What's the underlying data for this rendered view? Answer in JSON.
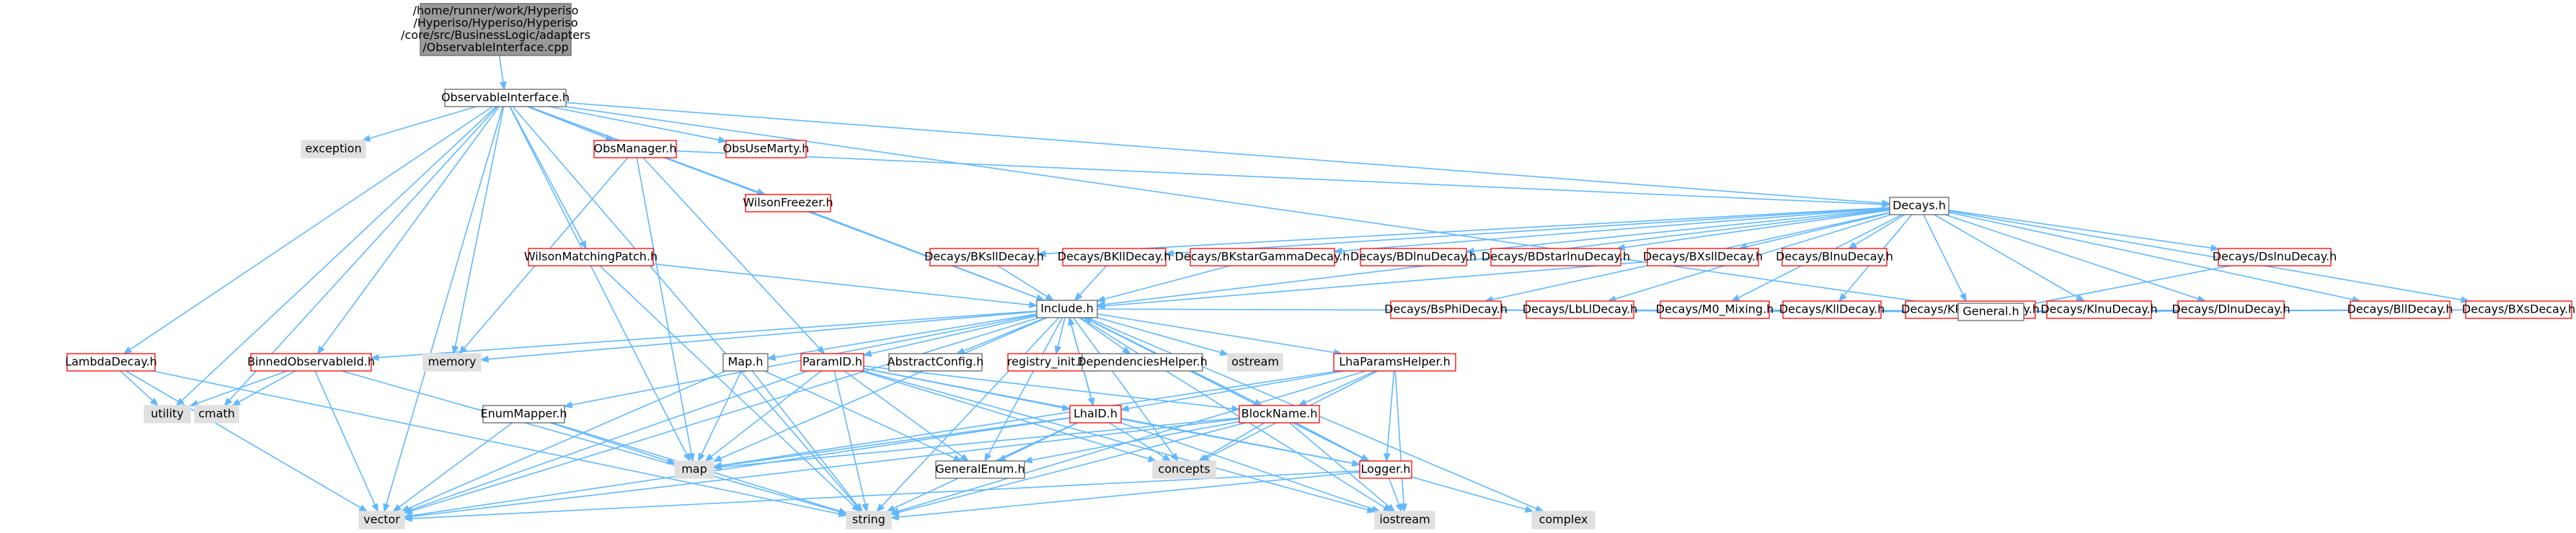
{
  "colors": {
    "edge": "#63b8ff",
    "red_border": "#ff0000",
    "black_border": "#666666",
    "gray_fill": "#e0e0e0",
    "root_fill": "#999999",
    "white_fill": "#ffffff"
  },
  "nodes": {
    "root": {
      "lines": [
        "/home/runner/work/Hyperiso",
        "/Hyperiso/Hyperiso/Hyperiso",
        "/core/src/BusinessLogic/adapters",
        "/ObservableInterface.cpp"
      ],
      "style": "root"
    },
    "observable": {
      "lines": [
        "ObservableInterface.h"
      ],
      "style": "normal"
    },
    "exception": {
      "lines": [
        "exception"
      ],
      "style": "gray"
    },
    "obsmanager": {
      "lines": [
        "ObsManager.h"
      ],
      "style": "red"
    },
    "obsusemarty": {
      "lines": [
        "ObsUseMarty.h"
      ],
      "style": "red"
    },
    "decays": {
      "lines": [
        "Decays.h"
      ],
      "style": "normal"
    },
    "wilsonfreezer": {
      "lines": [
        "WilsonFreezer.h"
      ],
      "style": "red"
    },
    "wilsonmatching": {
      "lines": [
        "WilsonMatchingPatch.h"
      ],
      "style": "red"
    },
    "bksll": {
      "lines": [
        "Decays/BKsllDecay.h"
      ],
      "style": "red"
    },
    "bkll": {
      "lines": [
        "Decays/BKllDecay.h"
      ],
      "style": "red"
    },
    "bkstargamma": {
      "lines": [
        "Decays/BKstarGammaDecay.h"
      ],
      "style": "red"
    },
    "bdlnu": {
      "lines": [
        "Decays/BDlnuDecay.h"
      ],
      "style": "red"
    },
    "bdstarlnu": {
      "lines": [
        "Decays/BDstarlnuDecay.h"
      ],
      "style": "red"
    },
    "bxsll": {
      "lines": [
        "Decays/BXsllDecay.h"
      ],
      "style": "red"
    },
    "blnu": {
      "lines": [
        "Decays/BlnuDecay.h"
      ],
      "style": "red"
    },
    "dslnu": {
      "lines": [
        "Decays/DslnuDecay.h"
      ],
      "style": "red"
    },
    "include": {
      "lines": [
        "Include.h"
      ],
      "style": "normal"
    },
    "bsphi": {
      "lines": [
        "Decays/BsPhiDecay.h"
      ],
      "style": "red"
    },
    "lbll": {
      "lines": [
        "Decays/LbLlDecay.h"
      ],
      "style": "red"
    },
    "m0mixing": {
      "lines": [
        "Decays/M0_Mixing.h"
      ],
      "style": "red"
    },
    "klldecay": {
      "lines": [
        "Decays/KllDecay.h"
      ],
      "style": "red"
    },
    "kpinunu": {
      "lines": [
        "Decays/KPinunuDecay.h"
      ],
      "style": "red"
    },
    "klnu": {
      "lines": [
        "Decays/KlnuDecay.h"
      ],
      "style": "red"
    },
    "dlnu": {
      "lines": [
        "Decays/DlnuDecay.h"
      ],
      "style": "red"
    },
    "bll": {
      "lines": [
        "Decays/BllDecay.h"
      ],
      "style": "red"
    },
    "bxs": {
      "lines": [
        "Decays/BXsDecay.h"
      ],
      "style": "red"
    },
    "general": {
      "lines": [
        "General.h"
      ],
      "style": "normal"
    },
    "lambdadecay": {
      "lines": [
        "LambdaDecay.h"
      ],
      "style": "red"
    },
    "binnedobs": {
      "lines": [
        "BinnedObservableId.h"
      ],
      "style": "red"
    },
    "memory": {
      "lines": [
        "memory"
      ],
      "style": "gray"
    },
    "maph": {
      "lines": [
        "Map.h"
      ],
      "style": "normal"
    },
    "paramid": {
      "lines": [
        "ParamID.h"
      ],
      "style": "red"
    },
    "abstractconfig": {
      "lines": [
        "AbstractConfig.h"
      ],
      "style": "normal"
    },
    "registryinit": {
      "lines": [
        "registry_init.hpp"
      ],
      "style": "red"
    },
    "dependencies": {
      "lines": [
        "DependenciesHelper.h"
      ],
      "style": "normal"
    },
    "ostream": {
      "lines": [
        "ostream"
      ],
      "style": "gray"
    },
    "lhaparams": {
      "lines": [
        "LhaParamsHelper.h"
      ],
      "style": "red"
    },
    "utility": {
      "lines": [
        "utility"
      ],
      "style": "gray"
    },
    "cmath": {
      "lines": [
        "cmath"
      ],
      "style": "gray"
    },
    "enummapper": {
      "lines": [
        "EnumMapper.h"
      ],
      "style": "normal"
    },
    "lhaid": {
      "lines": [
        "LhaID.h"
      ],
      "style": "red"
    },
    "blockname": {
      "lines": [
        "BlockName.h"
      ],
      "style": "red"
    },
    "map": {
      "lines": [
        "map"
      ],
      "style": "gray"
    },
    "generalenum": {
      "lines": [
        "GeneralEnum.h"
      ],
      "style": "normal"
    },
    "concepts": {
      "lines": [
        "concepts"
      ],
      "style": "gray"
    },
    "logger": {
      "lines": [
        "Logger.h"
      ],
      "style": "red"
    },
    "vector": {
      "lines": [
        "vector"
      ],
      "style": "gray"
    },
    "string": {
      "lines": [
        "string"
      ],
      "style": "gray"
    },
    "iostream": {
      "lines": [
        "iostream"
      ],
      "style": "gray"
    },
    "complex": {
      "lines": [
        "complex"
      ],
      "style": "gray"
    }
  },
  "edges": [
    [
      "root",
      "observable"
    ],
    [
      "observable",
      "exception"
    ],
    [
      "observable",
      "obsmanager"
    ],
    [
      "observable",
      "obsusemarty"
    ],
    [
      "observable",
      "decays"
    ],
    [
      "observable",
      "wilsonfreezer"
    ],
    [
      "observable",
      "wilsonmatching"
    ],
    [
      "observable",
      "include"
    ],
    [
      "observable",
      "general"
    ],
    [
      "observable",
      "lambdadecay"
    ],
    [
      "observable",
      "binnedobs"
    ],
    [
      "observable",
      "memory"
    ],
    [
      "observable",
      "map"
    ],
    [
      "observable",
      "vector"
    ],
    [
      "observable",
      "string"
    ],
    [
      "observable",
      "utility"
    ],
    [
      "observable",
      "cmath"
    ],
    [
      "obsmanager",
      "decays"
    ],
    [
      "obsmanager",
      "paramid"
    ],
    [
      "obsmanager",
      "memory"
    ],
    [
      "obsmanager",
      "map"
    ],
    [
      "wilsonfreezer",
      "include"
    ],
    [
      "wilsonmatching",
      "include"
    ],
    [
      "wilsonmatching",
      "string"
    ],
    [
      "decays",
      "bksll"
    ],
    [
      "decays",
      "bkll"
    ],
    [
      "decays",
      "bkstargamma"
    ],
    [
      "decays",
      "bdlnu"
    ],
    [
      "decays",
      "bdstarlnu"
    ],
    [
      "decays",
      "bxsll"
    ],
    [
      "decays",
      "blnu"
    ],
    [
      "decays",
      "dslnu"
    ],
    [
      "decays",
      "bsphi"
    ],
    [
      "decays",
      "lbll"
    ],
    [
      "decays",
      "m0mixing"
    ],
    [
      "decays",
      "klldecay"
    ],
    [
      "decays",
      "kpinunu"
    ],
    [
      "decays",
      "klnu"
    ],
    [
      "decays",
      "dlnu"
    ],
    [
      "decays",
      "bll"
    ],
    [
      "decays",
      "bxs"
    ],
    [
      "decays",
      "include"
    ],
    [
      "bksll",
      "include"
    ],
    [
      "bkll",
      "include"
    ],
    [
      "bkstargamma",
      "include"
    ],
    [
      "bxsll",
      "include"
    ],
    [
      "bsphi",
      "general"
    ],
    [
      "lbll",
      "general"
    ],
    [
      "m0mixing",
      "general"
    ],
    [
      "klldecay",
      "general"
    ],
    [
      "kpinunu",
      "general"
    ],
    [
      "klnu",
      "general"
    ],
    [
      "dlnu",
      "general"
    ],
    [
      "bll",
      "general"
    ],
    [
      "bxs",
      "general"
    ],
    [
      "dslnu",
      "general"
    ],
    [
      "include",
      "memory"
    ],
    [
      "include",
      "maph"
    ],
    [
      "include",
      "paramid"
    ],
    [
      "include",
      "abstractconfig"
    ],
    [
      "include",
      "registryinit"
    ],
    [
      "include",
      "dependencies"
    ],
    [
      "include",
      "ostream"
    ],
    [
      "include",
      "lhaparams"
    ],
    [
      "include",
      "enummapper"
    ],
    [
      "include",
      "lhaid"
    ],
    [
      "include",
      "blockname"
    ],
    [
      "include",
      "map"
    ],
    [
      "include",
      "generalenum"
    ],
    [
      "include",
      "concepts"
    ],
    [
      "include",
      "logger"
    ],
    [
      "include",
      "vector"
    ],
    [
      "include",
      "string"
    ],
    [
      "include",
      "iostream"
    ],
    [
      "include",
      "complex"
    ],
    [
      "include",
      "binnedobs"
    ],
    [
      "include",
      "general"
    ],
    [
      "lambdadecay",
      "utility"
    ],
    [
      "lambdadecay",
      "vector"
    ],
    [
      "lambdadecay",
      "string"
    ],
    [
      "binnedobs",
      "utility"
    ],
    [
      "binnedobs",
      "cmath"
    ],
    [
      "binnedobs",
      "vector"
    ],
    [
      "binnedobs",
      "string"
    ],
    [
      "maph",
      "map"
    ],
    [
      "maph",
      "string"
    ],
    [
      "maph",
      "vector"
    ],
    [
      "maph",
      "generalenum"
    ],
    [
      "paramid",
      "lhaid"
    ],
    [
      "paramid",
      "blockname"
    ],
    [
      "paramid",
      "map"
    ],
    [
      "paramid",
      "string"
    ],
    [
      "paramid",
      "generalenum"
    ],
    [
      "paramid",
      "concepts"
    ],
    [
      "paramid",
      "logger"
    ],
    [
      "paramid",
      "vector"
    ],
    [
      "paramid",
      "iostream"
    ],
    [
      "lhaparams",
      "lhaid"
    ],
    [
      "lhaparams",
      "blockname"
    ],
    [
      "lhaparams",
      "logger"
    ],
    [
      "lhaparams",
      "map"
    ],
    [
      "lhaparams",
      "string"
    ],
    [
      "lhaparams",
      "concepts"
    ],
    [
      "lhaparams",
      "iostream"
    ],
    [
      "enummapper",
      "map"
    ],
    [
      "enummapper",
      "string"
    ],
    [
      "enummapper",
      "vector"
    ],
    [
      "lhaid",
      "generalenum"
    ],
    [
      "lhaid",
      "map"
    ],
    [
      "lhaid",
      "concepts"
    ],
    [
      "lhaid",
      "logger"
    ],
    [
      "lhaid",
      "string"
    ],
    [
      "lhaid",
      "vector"
    ],
    [
      "lhaid",
      "iostream"
    ],
    [
      "lhaid",
      "include"
    ],
    [
      "blockname",
      "generalenum"
    ],
    [
      "blockname",
      "map"
    ],
    [
      "blockname",
      "concepts"
    ],
    [
      "blockname",
      "logger"
    ],
    [
      "blockname",
      "string"
    ],
    [
      "blockname",
      "vector"
    ],
    [
      "blockname",
      "iostream"
    ],
    [
      "logger",
      "iostream"
    ],
    [
      "logger",
      "string"
    ],
    [
      "logger",
      "complex"
    ],
    [
      "logger",
      "vector"
    ],
    [
      "logger",
      "include"
    ]
  ]
}
